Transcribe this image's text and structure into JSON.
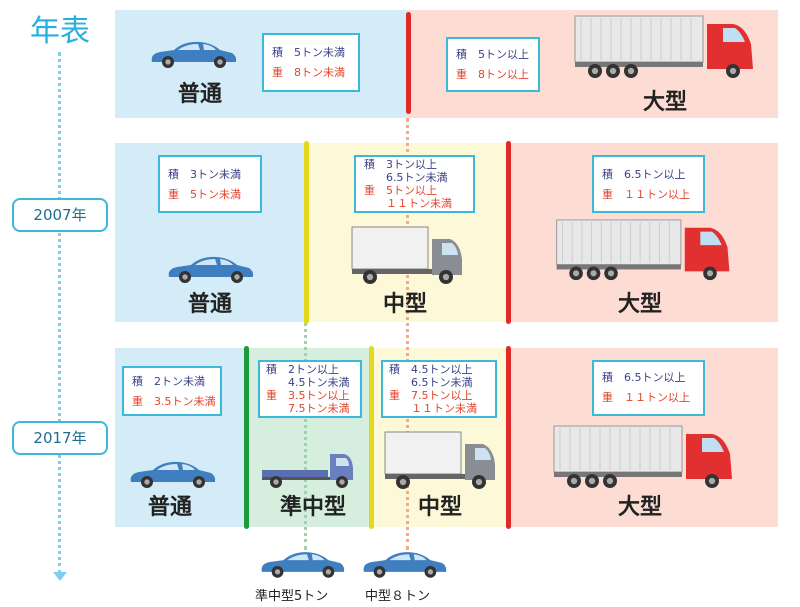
{
  "timeline": {
    "title": "年表",
    "y2007": "2007年",
    "y2017": "2017年"
  },
  "row1": {
    "left": {
      "label": "普通",
      "seki": "積　5トン未満",
      "ju": "重　8トン未満"
    },
    "right": {
      "label": "大型",
      "seki": "積　5トン以上",
      "ju": "重　8トン以上"
    }
  },
  "row2": {
    "futsu": {
      "label": "普通",
      "seki": "積　3トン未満",
      "ju": "重　5トン未満"
    },
    "chugata": {
      "label": "中型",
      "seki": "積　3トン以上\n　　6.5トン未満",
      "ju": "重　5トン以上\n　　１１トン未満"
    },
    "ogata": {
      "label": "大型",
      "seki": "積　6.5トン以上",
      "ju": "重　１１トン以上"
    }
  },
  "row3": {
    "futsu": {
      "label": "普通",
      "seki": "積　2トン未満",
      "ju": "重　3.5トン未満"
    },
    "junchu": {
      "label": "準中型",
      "seki": "積　2トン以上\n　　4.5トン未満",
      "ju": "重　3.5トン以上\n　　7.5トン未満"
    },
    "chugata": {
      "label": "中型",
      "seki": "積　4.5トン以上\n　　6.5トン未満",
      "ju": "重　7.5トン以上\n　　１１トン未満"
    },
    "ogata": {
      "label": "大型",
      "seki": "積　6.5トン以上",
      "ju": "重　１１トン以上"
    }
  },
  "bottom": {
    "junchu5": "準中型5トン",
    "chu8": "中型８トン"
  },
  "colors": {
    "blue": "#d3ecf8",
    "pink": "#fcdcd3",
    "yellow": "#fdf9d8",
    "green": "#d6eedd",
    "red": "#e02a2a",
    "yline": "#e4d81a",
    "gline": "#1f9a3a",
    "accent": "#3cb8d8"
  }
}
